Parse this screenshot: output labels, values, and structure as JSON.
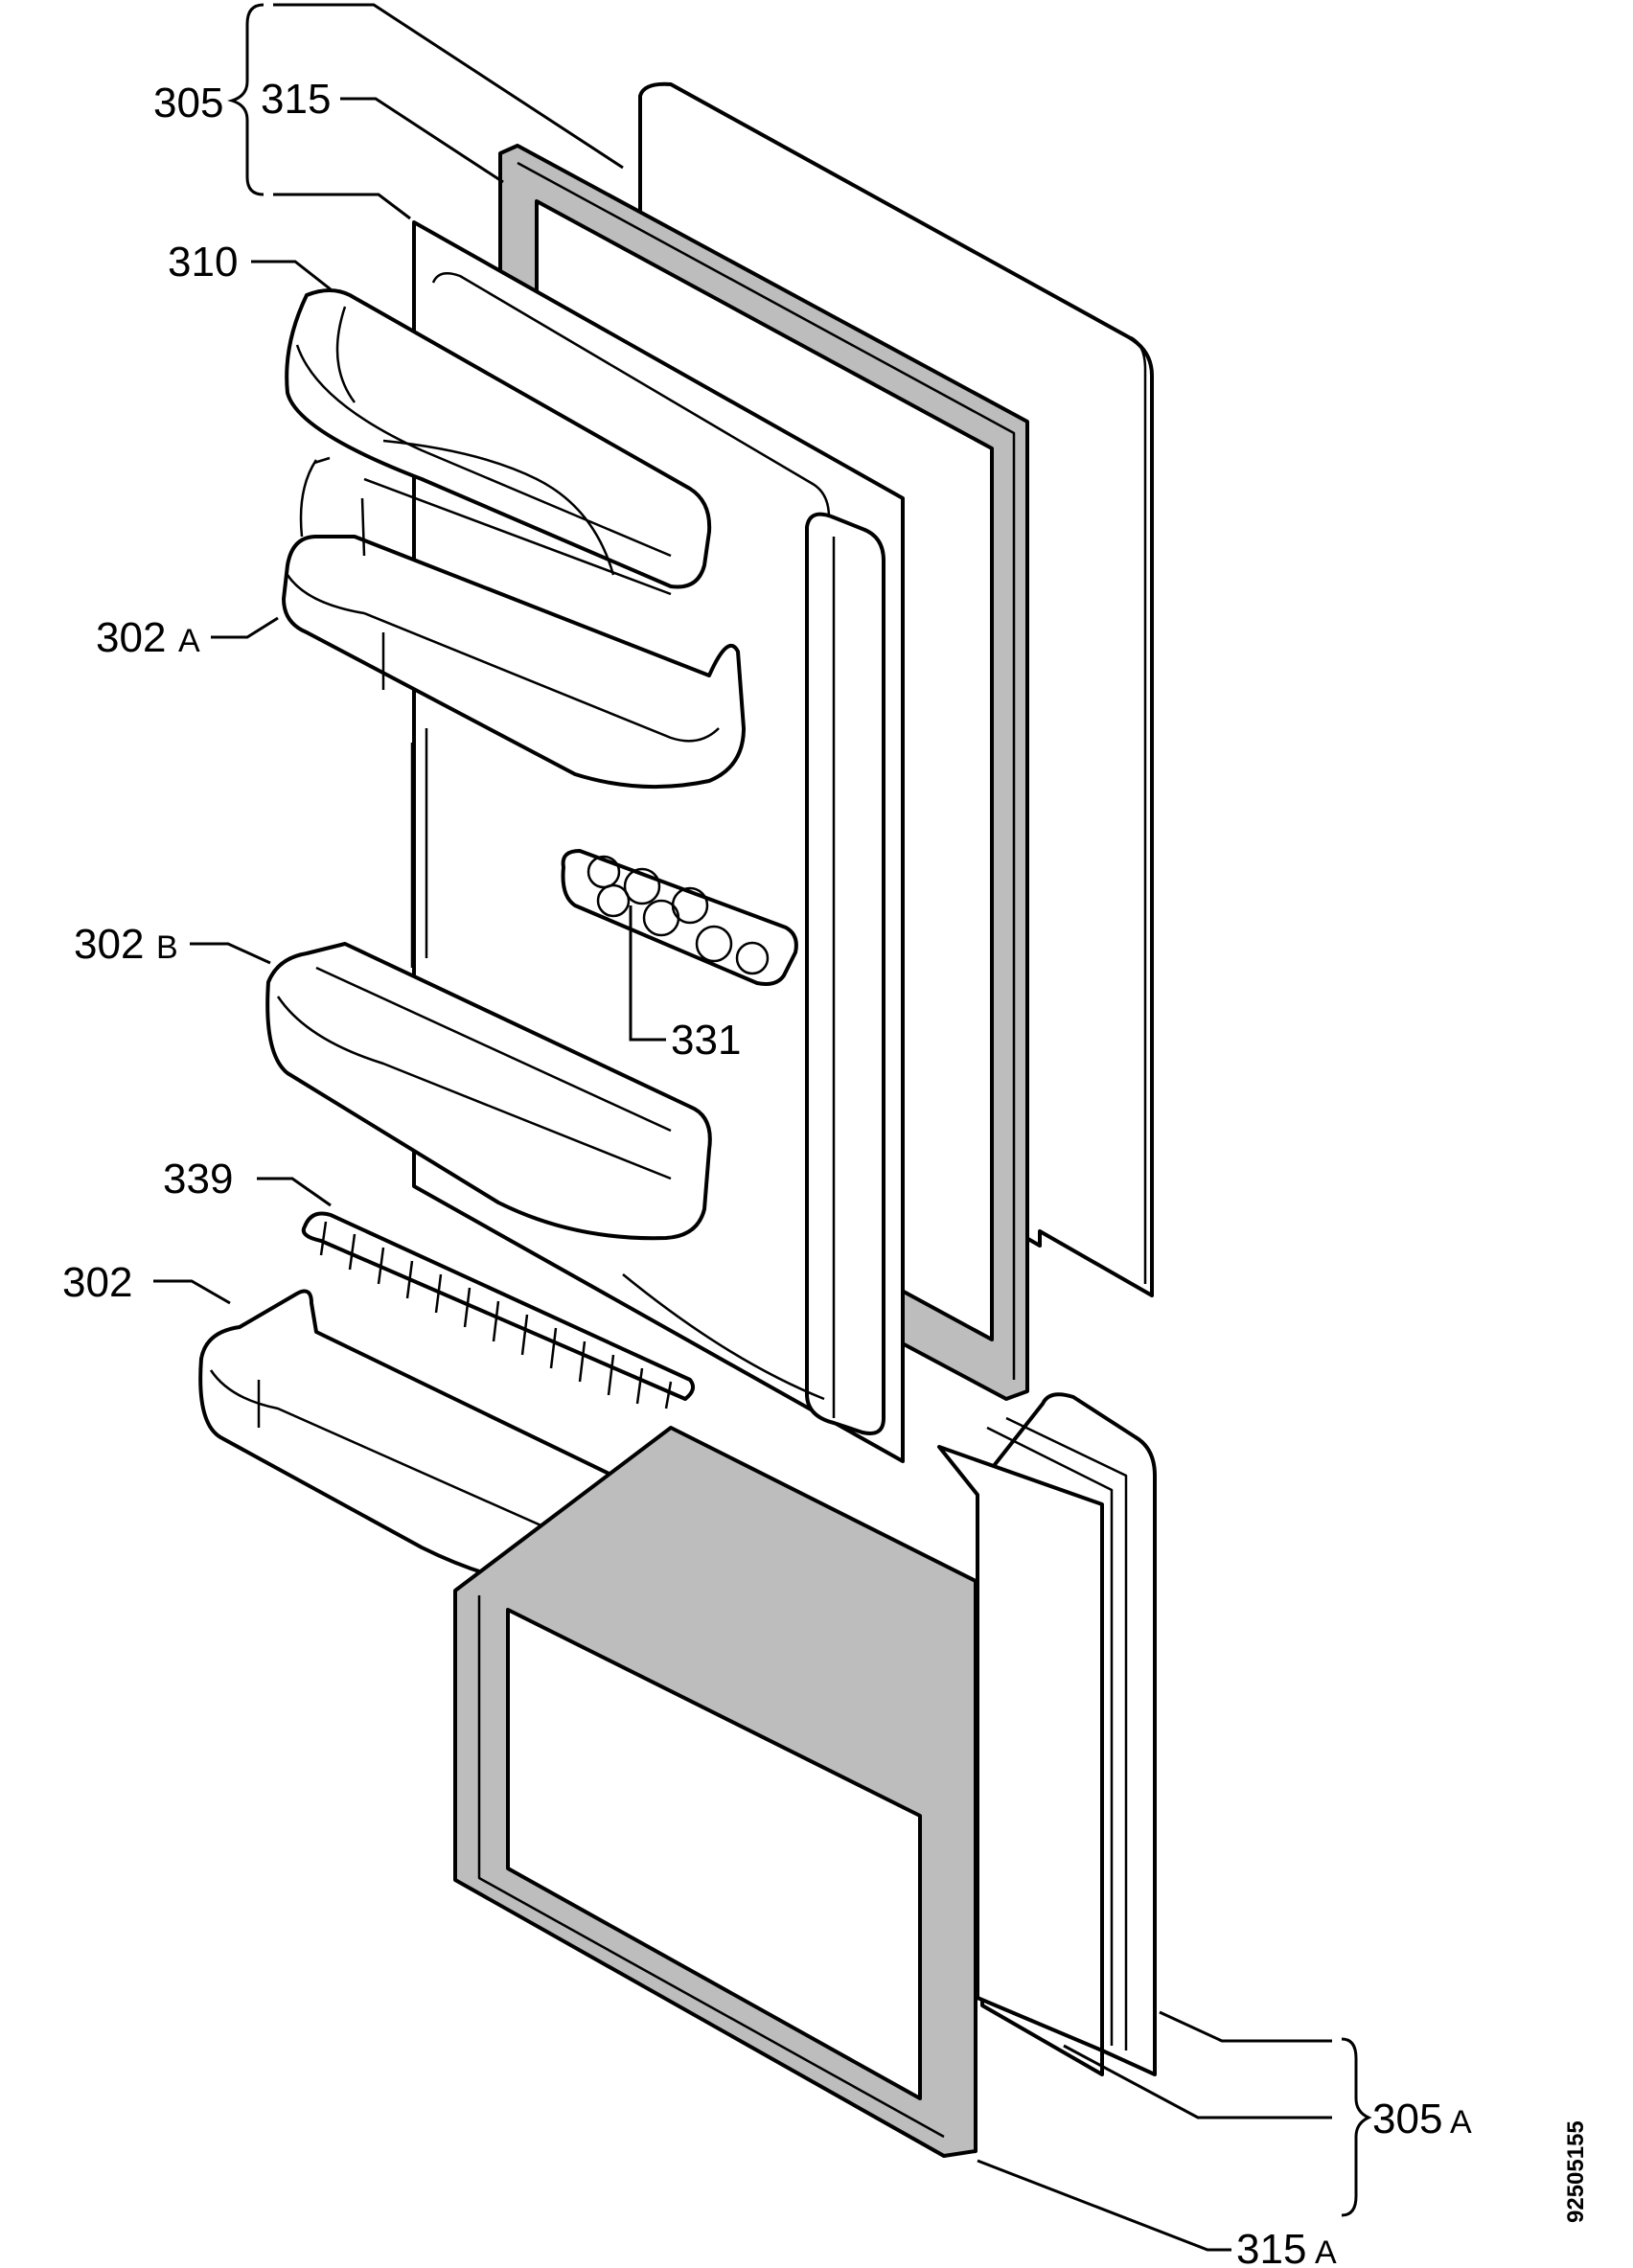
{
  "labels": {
    "l305": "305",
    "l315": "315",
    "l310": "310",
    "l302a": "302",
    "l302a_suffix": "A",
    "l302b": "302",
    "l302b_suffix": "B",
    "l331": "331",
    "l339": "339",
    "l302": "302",
    "l305a": "305",
    "l305a_suffix": "A",
    "l315a": "315",
    "l315a_suffix": "A"
  },
  "drawing_id": "92505155"
}
